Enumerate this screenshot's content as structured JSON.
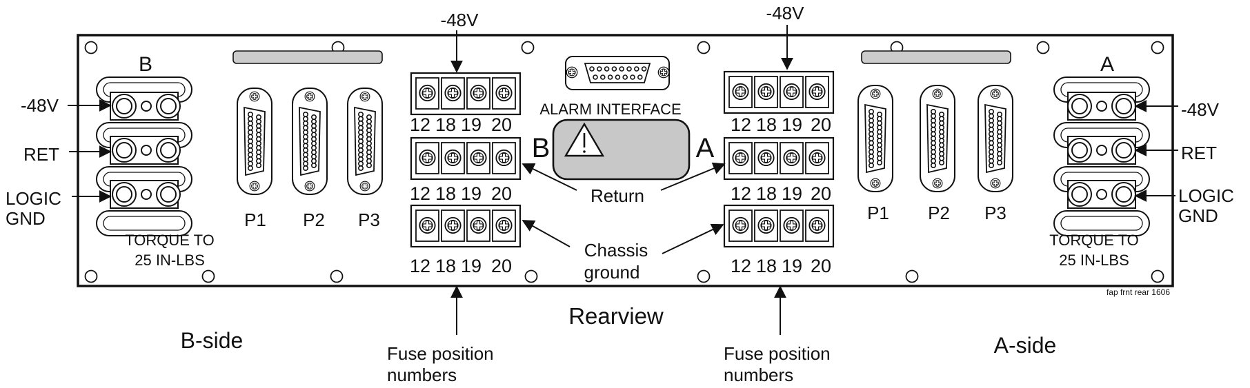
{
  "panel": {
    "title": "Rearview",
    "credit": "fap frnt rear 1606",
    "alarm_label": "ALARM INTERFACE",
    "alarm_left_letter": "B",
    "alarm_right_letter": "A",
    "return_label": "Return",
    "chassis_label_1": "Chassis",
    "chassis_label_2": "ground",
    "fuse_top_label": "-48V"
  },
  "sides": {
    "b": {
      "letter": "B",
      "caption": "B-side",
      "terminal_labels": [
        "-48V",
        "RET",
        "LOGIC",
        "GND"
      ],
      "torque_1": "TORQUE TO",
      "torque_2": "25 IN-LBS",
      "ports": [
        "P1",
        "P2",
        "P3"
      ],
      "fuse_numbers": [
        "12",
        "18",
        "19",
        "20"
      ],
      "fuse_caption_1": "Fuse position",
      "fuse_caption_2": "numbers"
    },
    "a": {
      "letter": "A",
      "caption": "A-side",
      "terminal_labels": [
        "-48V",
        "RET",
        "LOGIC",
        "GND"
      ],
      "torque_1": "TORQUE TO",
      "torque_2": "25 IN-LBS",
      "ports": [
        "P1",
        "P2",
        "P3"
      ],
      "fuse_numbers": [
        "12",
        "18",
        "19",
        "20"
      ],
      "fuse_caption_1": "Fuse position",
      "fuse_caption_2": "numbers"
    }
  },
  "icons": [
    "screw-icon",
    "warning-triangle-icon",
    "db25-connector-icon",
    "db15-connector-icon",
    "mounting-hole-icon"
  ]
}
